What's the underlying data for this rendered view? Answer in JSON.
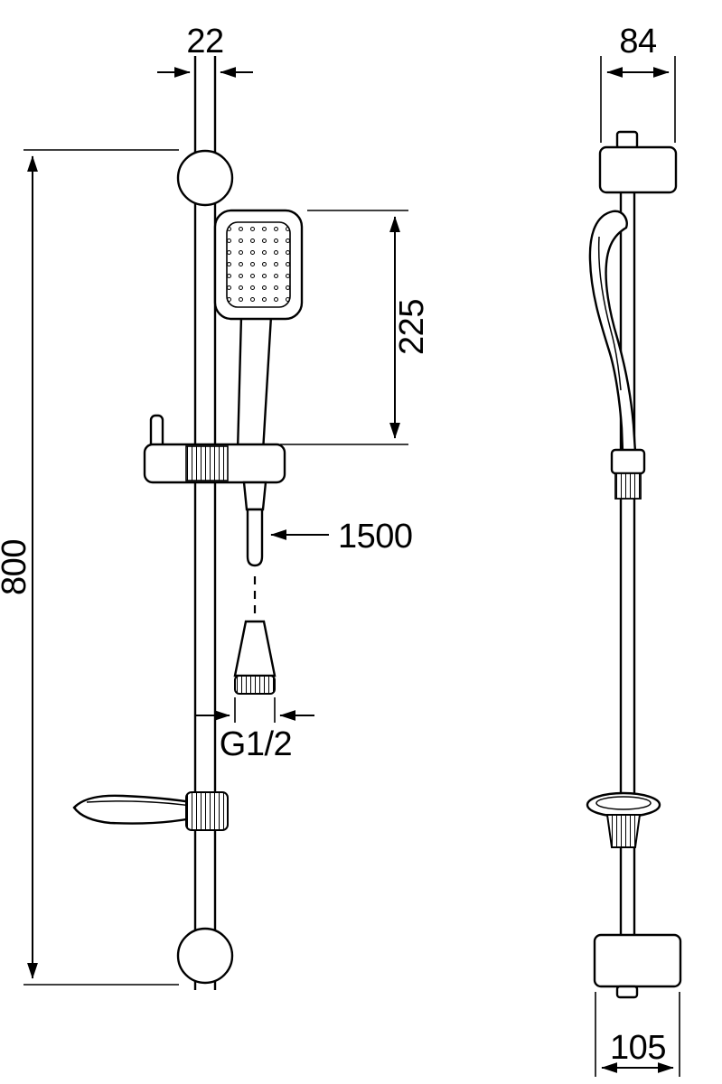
{
  "page": {
    "background": "#ffffff",
    "line_color": "#000000"
  },
  "drawing": {
    "views": {
      "front": {
        "labels": {
          "rail_width": "22",
          "handset_length": "225",
          "rail_height": "800",
          "hose_length": "1500",
          "thread": "G1/2"
        }
      },
      "side": {
        "labels": {
          "top_bracket_width": "84",
          "bottom_bracket_depth": "105"
        }
      }
    }
  }
}
